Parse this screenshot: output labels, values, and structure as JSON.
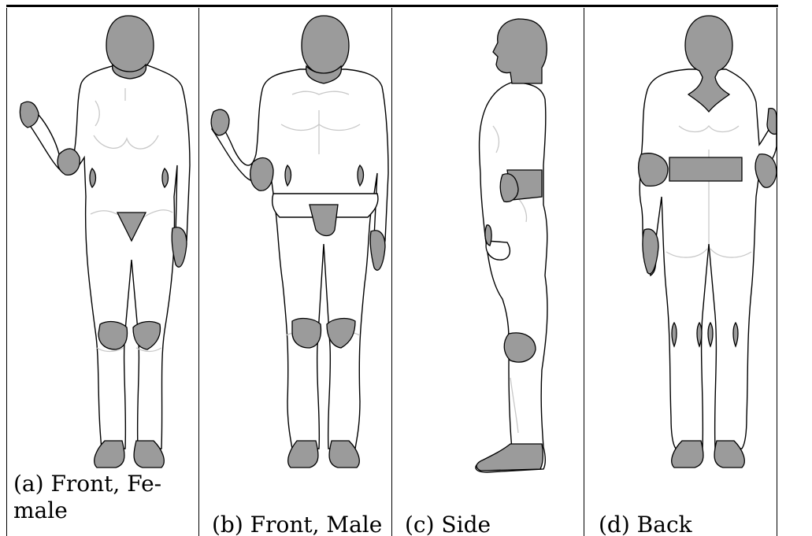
{
  "figure": {
    "colors": {
      "skin": "#ffffff",
      "outline": "#000000",
      "sensor_fill": "#9b9b9b",
      "detail_line": "#c8c8c8"
    },
    "panels": [
      {
        "id": "a",
        "caption_line1": "(a) Front, Fe-",
        "caption_line2": "male"
      },
      {
        "id": "b",
        "caption_line1": "(b) Front, Male",
        "caption_line2": ""
      },
      {
        "id": "c",
        "caption_line1": "(c) Side",
        "caption_line2": ""
      },
      {
        "id": "d",
        "caption_line1": "(d) Back",
        "caption_line2": ""
      }
    ]
  }
}
